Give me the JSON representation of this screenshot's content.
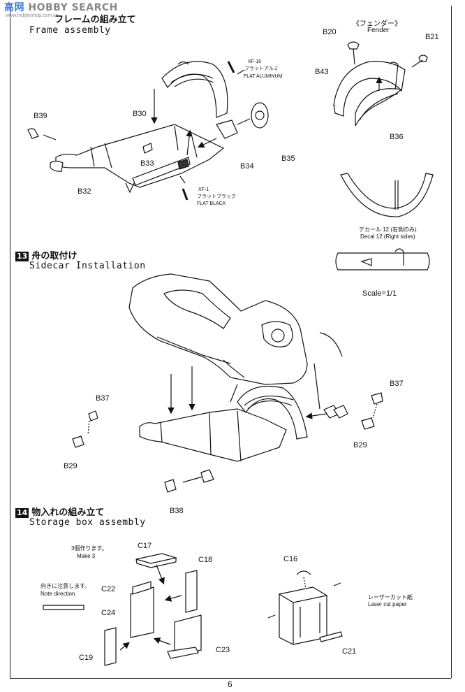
{
  "watermark": {
    "brand_a": "高",
    "brand_b": "网",
    "search": "HOBBY SEARCH",
    "url": "www.hobbyshop.com.cn"
  },
  "step12": {
    "title_jp": "フレームの組み立て",
    "title_en": "Frame assembly"
  },
  "step13": {
    "number": "13",
    "title_jp": "舟の取付け",
    "title_en": "Sidecar Installation"
  },
  "step14": {
    "number": "14",
    "title_jp": "物入れの組み立て",
    "title_en": "Storage box assembly"
  },
  "fender": {
    "title_jp": "《フェンダー》",
    "title_en": "Fender"
  },
  "paints": {
    "xf16_code": "XF-16",
    "xf16_jp": "フラットアルミ",
    "xf16_en": "FLAT ALUMINUM",
    "xf1_code": "XF-1",
    "xf1_jp": "フラットブラック",
    "xf1_en": "FLAT BLACK"
  },
  "decal": {
    "jp": "デカール 12 (右側のみ)",
    "en": "Decal 12 (Right sides)"
  },
  "scale": "Scale=1/1",
  "make3": {
    "jp": "3個作ります。",
    "en": "Make 3"
  },
  "note_direction": {
    "jp": "向きに注意します。",
    "en": "Note direction."
  },
  "laser": {
    "jp": "レーザーカット紙",
    "en": "Laser cut paper"
  },
  "parts": {
    "b20": "B20",
    "b21": "B21",
    "b43": "B43",
    "b36": "B36",
    "b39": "B39",
    "b30": "B30",
    "b33": "B33",
    "b32": "B32",
    "b34": "B34",
    "b35": "B35",
    "b37a": "B37",
    "b29a": "B29",
    "b37b": "B37",
    "b29b": "B29",
    "b38": "B38",
    "c17": "C17",
    "c18": "C18",
    "c22": "C22",
    "c24": "C24",
    "c19": "C19",
    "c23": "C23",
    "c16": "C16",
    "c21": "C21"
  },
  "page_number": "6"
}
